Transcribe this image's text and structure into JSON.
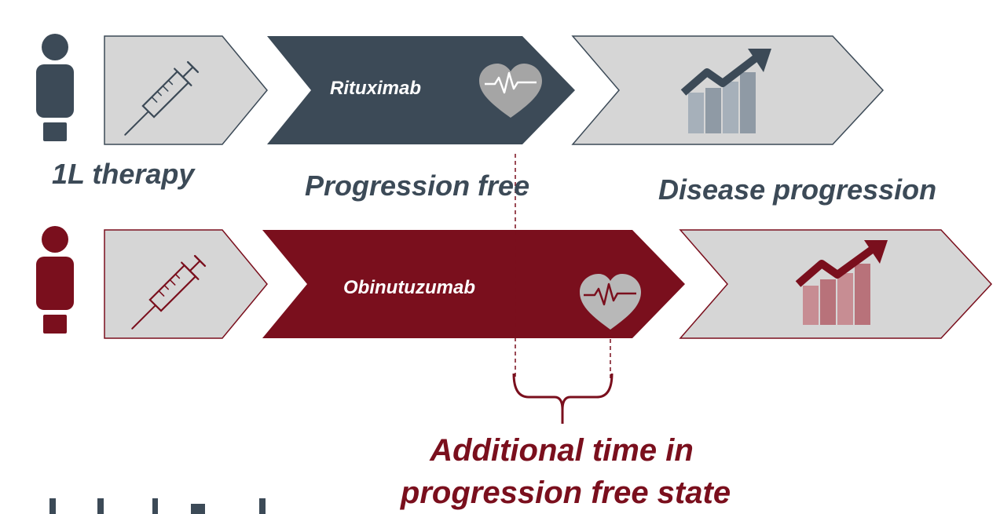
{
  "colors": {
    "slate": "#3c4a57",
    "crimson": "#7a0f1d",
    "stage_fill": "#d6d6d6",
    "white": "#ffffff"
  },
  "icons": [
    "person-icon",
    "syringe-icon",
    "heart-monitor-icon",
    "rising-chart-icon"
  ],
  "rows": [
    {
      "id": "rituximab",
      "drug_label": "Rituximab",
      "stages": [
        "1L therapy",
        "Progression free",
        "Disease progression"
      ]
    },
    {
      "id": "obinutuzumab",
      "drug_label": "Obinutuzumab",
      "stages": [
        "1L therapy",
        "Progression free",
        "Disease progression"
      ]
    }
  ],
  "stage_labels": {
    "first_line": "1L therapy",
    "progression_free": "Progression free",
    "disease_progression": "Disease progression"
  },
  "annotation": {
    "line1": "Additional time in",
    "line2": "progression free state"
  }
}
